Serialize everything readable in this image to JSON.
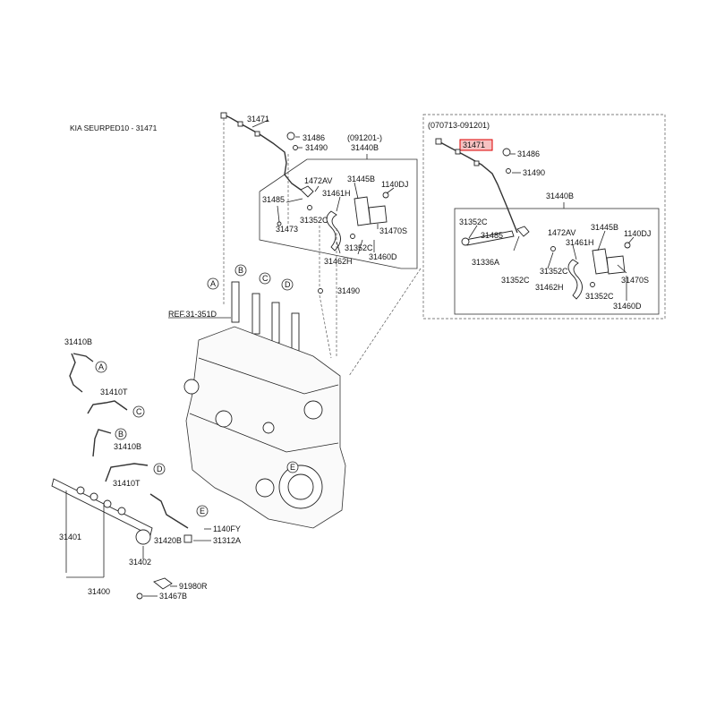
{
  "title": "KIA SEURPED10 - 31471",
  "left": {
    "date_range": "(091201-)",
    "labels": [
      "31471",
      "31486",
      "31490",
      "31440B",
      "1472AV",
      "31445B",
      "1140DJ",
      "31461H",
      "31485",
      "31352C",
      "31473",
      "31470S",
      "31352C",
      "31462H",
      "31460D",
      "31490",
      "REF.31-351D"
    ],
    "markers": [
      "A",
      "B",
      "C",
      "D",
      "A",
      "C",
      "B",
      "D",
      "E",
      "E"
    ]
  },
  "lower": {
    "labels": [
      "31410B",
      "31410T",
      "31410B",
      "31410T",
      "31401",
      "31402",
      "31400",
      "31420B",
      "1140FY",
      "31312A",
      "91980R",
      "31467B"
    ]
  },
  "right": {
    "date_range": "(070713-091201)",
    "highlight": "31471",
    "labels": [
      "31486",
      "31490",
      "31440B",
      "31352C",
      "1472AV",
      "31445B",
      "1140DJ",
      "31461H",
      "31485",
      "31336A",
      "31352C",
      "31352C",
      "31462H",
      "31470S",
      "31352C",
      "31460D"
    ]
  },
  "colors": {
    "highlight_fill": "#f6c2c2",
    "highlight_stroke": "#dd0000"
  }
}
